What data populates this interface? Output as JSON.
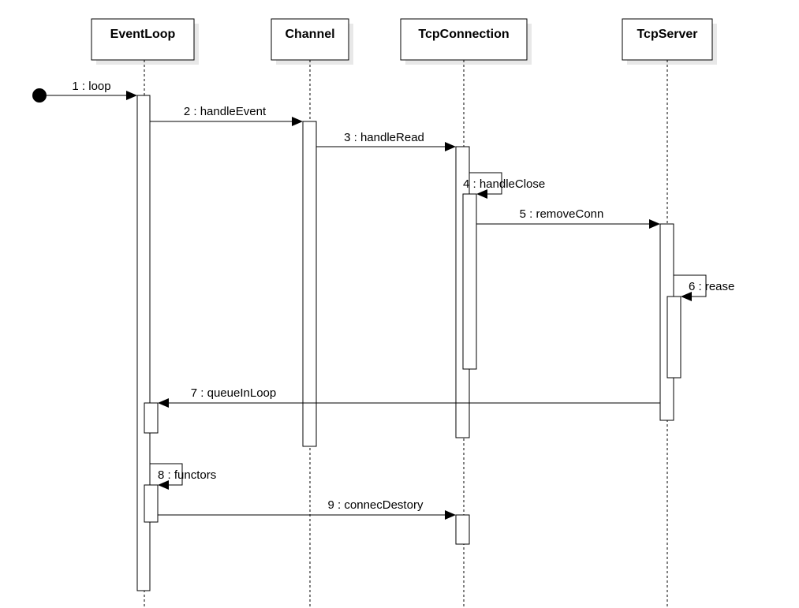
{
  "participants": [
    {
      "id": "eventloop",
      "label": "EventLoop"
    },
    {
      "id": "channel",
      "label": "Channel"
    },
    {
      "id": "tcpconnection",
      "label": "TcpConnection"
    },
    {
      "id": "tcpserver",
      "label": "TcpServer"
    }
  ],
  "messages": [
    {
      "label": "1 : loop"
    },
    {
      "label": "2 : handleEvent"
    },
    {
      "label": "3 : handleRead"
    },
    {
      "label": "4 : handleClose"
    },
    {
      "label": "5 : removeConn"
    },
    {
      "label": "6 : rease"
    },
    {
      "label": "7 : queueInLoop"
    },
    {
      "label": "8 : functors"
    },
    {
      "label": "9 : connecDestory"
    }
  ]
}
